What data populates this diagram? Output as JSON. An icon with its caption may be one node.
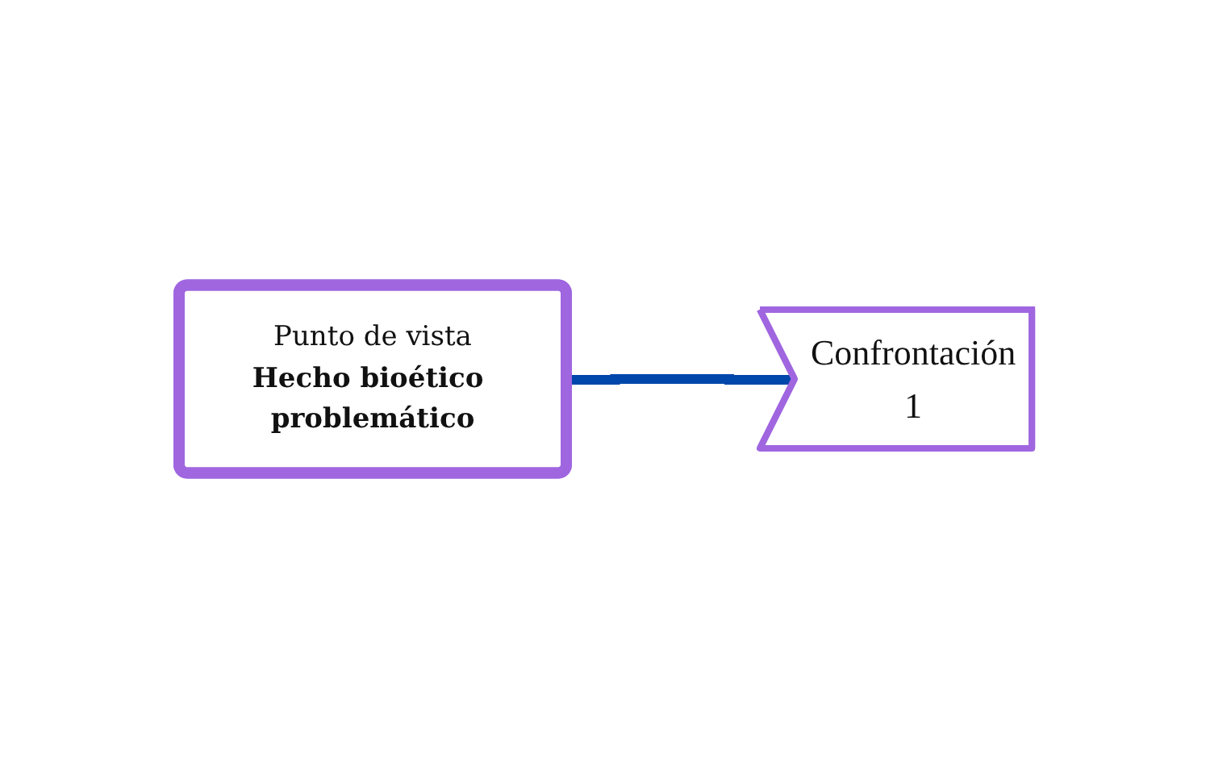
{
  "diagram": {
    "nodes": [
      {
        "text": [
          "Punto de vista",
          "Hecho bioético problemático"
        ]
      },
      {
        "text": [
          "Confrontación",
          "1"
        ]
      }
    ],
    "edges": [
      {
        "from": 0,
        "to": 1,
        "arrow": "none",
        "color": "#0047ab"
      }
    ]
  }
}
